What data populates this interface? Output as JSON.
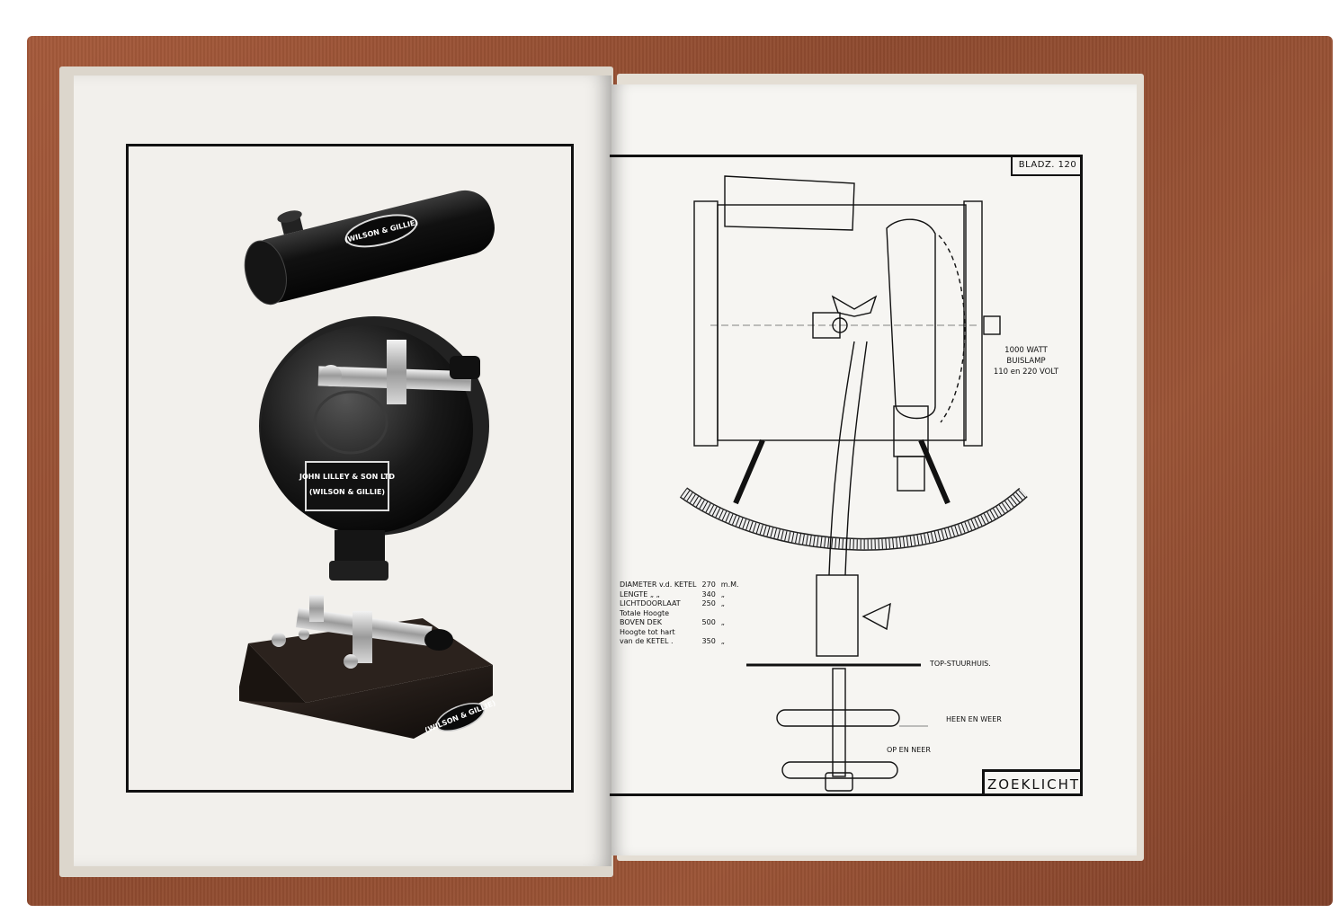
{
  "left_page": {
    "device_top": {
      "label": "(WILSON & GILLIE)"
    },
    "device_middle": {
      "plate_line1": "JOHN LILLEY & SON LTD",
      "plate_line2": "(WILSON & GILLIE)"
    },
    "device_bottom": {
      "label": "(WILSON & GILLIE)"
    }
  },
  "right_page": {
    "page_number": "BLADZ. 120",
    "title": "ZOEKLICHT",
    "lamp_label": [
      "1000 WATT",
      "BUISLAMP",
      "110 en 220 VOLT"
    ],
    "labels": {
      "top_wheelhouse": "TOP-STUURHUIS.",
      "traverse": "HEEN EN WEER",
      "elevation": "OP EN NEER"
    },
    "specs": [
      {
        "name": "DIAMETER v.d. KETEL",
        "value": "270",
        "unit": "m.M."
      },
      {
        "name": "LENGTE          „          „",
        "value": "340",
        "unit": "„"
      },
      {
        "name": "LICHTDOORLAAT",
        "value": "250",
        "unit": "„"
      },
      {
        "name": "Totale Hoogte",
        "value": "",
        "unit": ""
      },
      {
        "name": "BOVEN DEK",
        "value": "500",
        "unit": "„"
      },
      {
        "name": "Hoogte tot hart",
        "value": "",
        "unit": ""
      },
      {
        "name": "van de KETEL      .",
        "value": "350",
        "unit": "„"
      }
    ]
  }
}
